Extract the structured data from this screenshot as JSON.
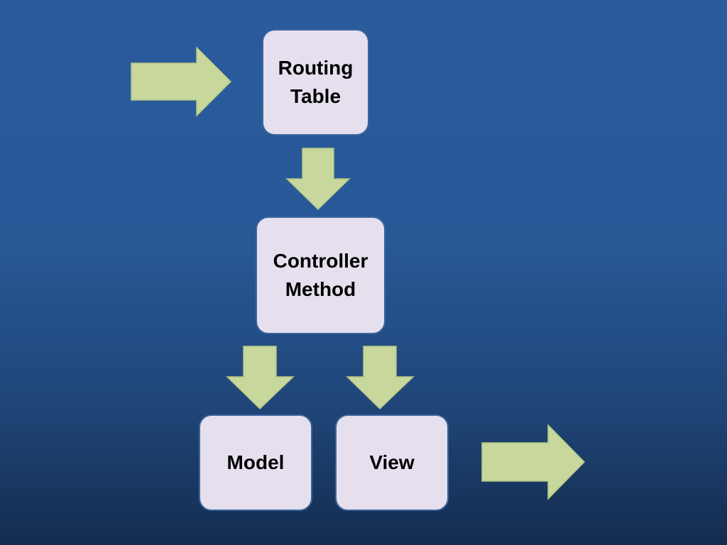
{
  "diagram": {
    "nodes": {
      "routing_table": {
        "line1": "Routing",
        "line2": "Table"
      },
      "controller_method": {
        "line1": "Controller",
        "line2": "Method"
      },
      "model": {
        "label": "Model"
      },
      "view": {
        "label": "View"
      }
    },
    "colors": {
      "background": "#285896",
      "box_fill": "#e6e0ee",
      "box_border": "#3a669f",
      "arrow_fill": "#c8d89d",
      "arrow_stroke": "#b3c485",
      "text": "#000000"
    },
    "edges": [
      {
        "from": "input",
        "to": "routing_table"
      },
      {
        "from": "routing_table",
        "to": "controller_method"
      },
      {
        "from": "controller_method",
        "to": "model"
      },
      {
        "from": "controller_method",
        "to": "view"
      },
      {
        "from": "view",
        "to": "output"
      }
    ]
  }
}
